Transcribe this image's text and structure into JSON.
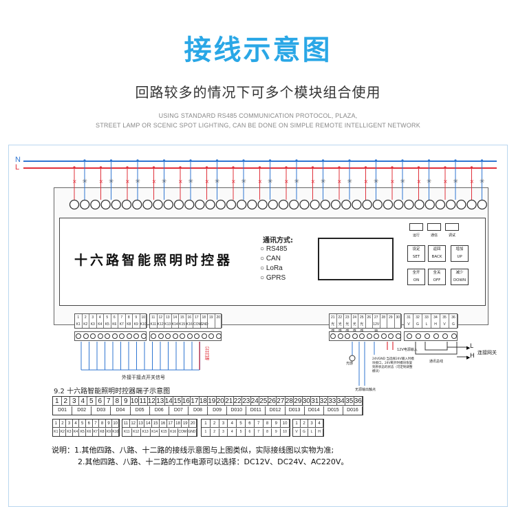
{
  "header": {
    "title": "接线示意图",
    "subtitle": "回路较多的情况下可多个模块组合使用",
    "eng_line1": "USING STANDARD RS485 COMMUNICATION PROTOCOL, PLAZA,",
    "eng_line2": "STREET LAMP OR SCENIC SPOT LIGHTING, CAN BE DONE ON SIMPLE REMOTE INTELLIGENT NETWORK"
  },
  "bus": {
    "n_label": "N",
    "l_label": "L"
  },
  "device": {
    "name": "十六路智能照明时控器",
    "comm_title": "通讯方式:",
    "comm_options": [
      "RS485",
      "CAN",
      "LoRa",
      "GPRS"
    ],
    "leds": [
      "运行",
      "通信",
      "调试"
    ],
    "keys": [
      {
        "cn": "设定",
        "en": "SET"
      },
      {
        "cn": "返回",
        "en": "BACK"
      },
      {
        "cn": "增加",
        "en": "UP"
      },
      {
        "cn": "全开",
        "en": "ON"
      },
      {
        "cn": "全关",
        "en": "OFF"
      },
      {
        "cn": "减少",
        "en": "DOWN"
      }
    ],
    "bottom_left_nums": [
      "1",
      "2",
      "3",
      "4",
      "5",
      "6",
      "7",
      "8",
      "9",
      "10"
    ],
    "bottom_left_labels": [
      "K1",
      "K2",
      "K3",
      "K4",
      "K5",
      "K6",
      "K7",
      "K8",
      "K9",
      "K10"
    ],
    "bottom_mid_nums": [
      "11",
      "12",
      "13",
      "14",
      "15",
      "16",
      "17",
      "18",
      "19",
      "20"
    ],
    "bottom_mid_labels": [
      "K11",
      "K12",
      "K13",
      "K14",
      "K15",
      "K16",
      "COM",
      "GND",
      "",
      ""
    ],
    "bottom_right_nums": [
      "21",
      "22",
      "23",
      "24",
      "25",
      "26",
      "27",
      "28",
      "29",
      "30"
    ],
    "bottom_right_labels": [
      "光感",
      "光感",
      "光感",
      "光感",
      "光感",
      "",
      "12V输入",
      "",
      "",
      ""
    ],
    "bottom_far_nums": [
      "31",
      "32",
      "33",
      "34",
      "35",
      "36"
    ],
    "bottom_far_labels": [
      "V",
      "G",
      "L",
      "H",
      "V",
      "G",
      "L",
      "H"
    ]
  },
  "annotations": {
    "public_end": "公共端",
    "dry_contact": "外接干接点开关信号",
    "light_sensor": "光感",
    "power_input": "12V电源输入",
    "power_note": "24VGND 当选择24V输入时模块接口，24V断开时模块恢复到原状态的状态（可定制调整模块）",
    "passive_output": "无源输出触点",
    "comm_bus": "通讯总线",
    "gateway": "连接网关",
    "L": "L",
    "H": "H"
  },
  "terminal_diagram": {
    "title": "9.2 十六路智能照明时控器端子示意图",
    "top_nums": [
      "1",
      "2",
      "3",
      "4",
      "5",
      "6",
      "7",
      "8",
      "9",
      "10",
      "11",
      "12",
      "13",
      "14",
      "15",
      "16",
      "17",
      "18",
      "19",
      "20",
      "21",
      "22",
      "23",
      "24",
      "25",
      "26",
      "27",
      "28",
      "29",
      "30",
      "31",
      "32",
      "33",
      "34",
      "35",
      "36"
    ],
    "top_labels": [
      "D01",
      "D02",
      "D03",
      "D04",
      "D05",
      "D06",
      "D07",
      "D08",
      "D09",
      "D010",
      "D011",
      "D012",
      "D013",
      "D014",
      "D015",
      "D016"
    ],
    "bottom_left_nums": [
      "1",
      "2",
      "3",
      "4",
      "5",
      "6",
      "7",
      "8",
      "9",
      "10"
    ],
    "bottom_left_labels": [
      "K1",
      "K2",
      "K3",
      "K4",
      "K5",
      "K6",
      "K7",
      "K8",
      "K9",
      "K10"
    ],
    "bottom_mid_nums": [
      "11",
      "12",
      "13",
      "14",
      "15",
      "16",
      "17",
      "18",
      "19",
      "20"
    ],
    "bottom_mid_labels": [
      "K11",
      "K12",
      "K13",
      "K14",
      "K15",
      "K16",
      "COM",
      "GND"
    ],
    "bottom_right_nums": [
      "1",
      "2",
      "3",
      "4",
      "5",
      "6",
      "7",
      "8",
      "9",
      "10"
    ],
    "bottom_far_labels": [
      "V",
      "G",
      "L",
      "H"
    ]
  },
  "notes": {
    "line1": "说明：1.其他四路、八路、十二路的接线示意图与上图类似，实际接线图以实物为准;",
    "line2": "2.其他四路、八路、十二路的工作电源可以选择：DC12V、DC24V、AC220V。"
  },
  "colors": {
    "title": "#2aa7e6",
    "n_bus": "#2f76d2",
    "l_bus": "#e0303a",
    "wire_blue": "#2f76d2",
    "wire_red": "#e0303a"
  }
}
